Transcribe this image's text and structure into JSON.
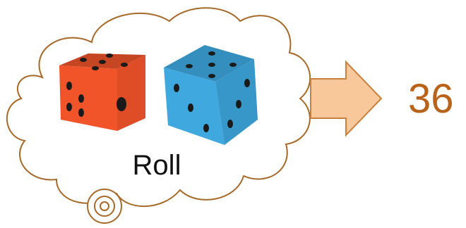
{
  "cloud": {
    "label": "Roll",
    "outline_color": "#a56a2a"
  },
  "dice": [
    {
      "name": "red-die",
      "color": "#f2542a",
      "top_face_pips": 5,
      "left_face_pips": 4,
      "right_face_pips": 1
    },
    {
      "name": "blue-die",
      "color": "#3ea8df",
      "top_face_pips": 5,
      "left_face_pips": 3,
      "right_face_pips": 3
    }
  ],
  "arrow": {
    "fill_color": "#f8c89a",
    "stroke_color": "#c8803e",
    "icon": "right-arrow-icon"
  },
  "result": {
    "value": "36",
    "color": "#b8621a"
  }
}
